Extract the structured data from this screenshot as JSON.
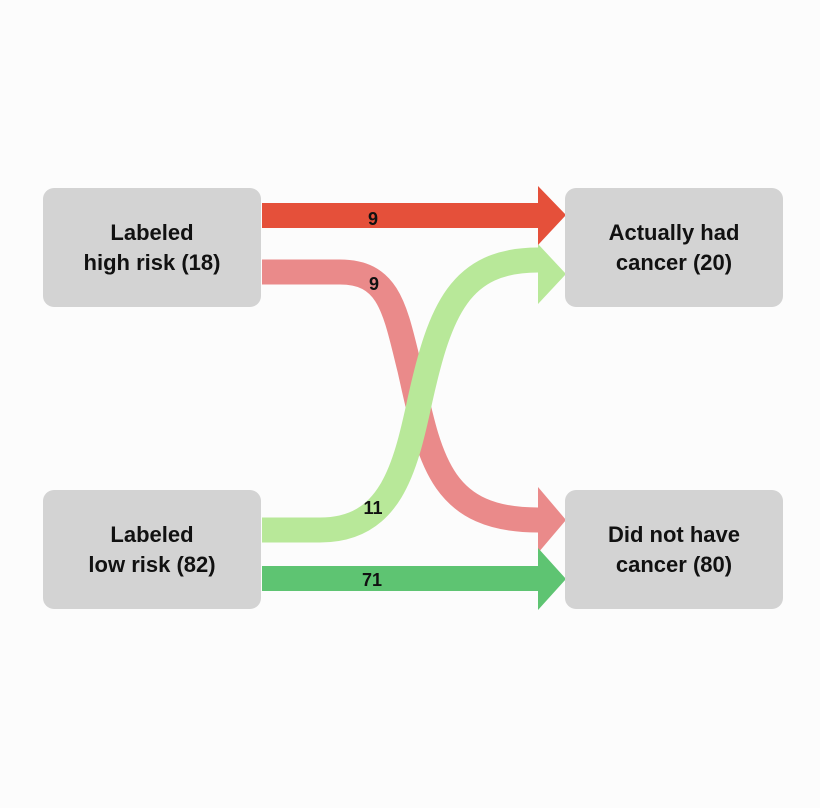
{
  "nodes": {
    "high_risk": {
      "label": "Labeled\nhigh risk (18)"
    },
    "low_risk": {
      "label": "Labeled\nlow risk (82)"
    },
    "had_cancer": {
      "label": "Actually had\ncancer (20)"
    },
    "no_cancer": {
      "label": "Did not have\ncancer (80)"
    }
  },
  "flows": {
    "high_to_cancer": {
      "value": "9",
      "color": "#e5503a"
    },
    "high_to_no_cancer": {
      "value": "9",
      "color": "#ea8a8a"
    },
    "low_to_cancer": {
      "value": "11",
      "color": "#b8e899"
    },
    "low_to_no_cancer": {
      "value": "71",
      "color": "#5ec472"
    }
  },
  "node_color": "#d3d3d3"
}
